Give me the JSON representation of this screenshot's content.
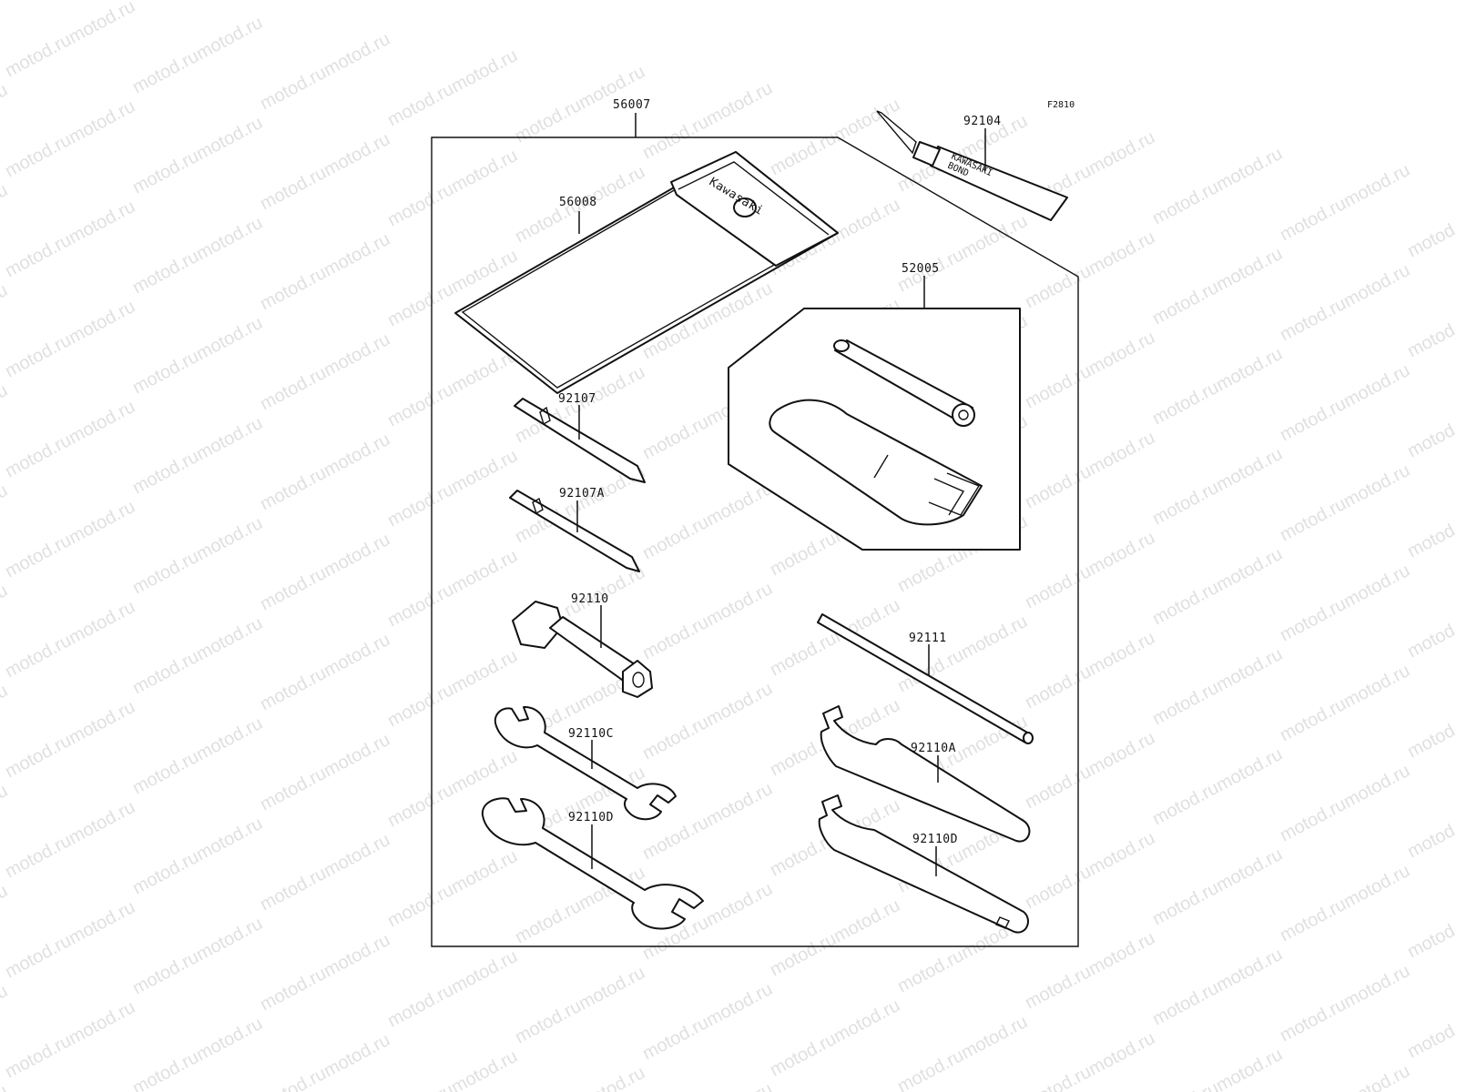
{
  "figure_code": "F2810",
  "watermark_text": "motod.ru",
  "brand_text": "Kawasaki",
  "bond_tube_text": [
    "KAWASAKI",
    "BOND"
  ],
  "parts": {
    "kit": "56007",
    "pouch": "56008",
    "bond": "92104",
    "pump": "52005",
    "driver_a": "92107",
    "driver_b": "92107A",
    "plug_wrench": "92110",
    "bar": "92111",
    "wrench_c": "92110C",
    "spanner_a": "92110A",
    "wrench_d": "92110D",
    "spanner_d": "92110D"
  },
  "colors": {
    "ink": "#111111",
    "watermark": "#c8c8c8",
    "background": "#ffffff"
  }
}
